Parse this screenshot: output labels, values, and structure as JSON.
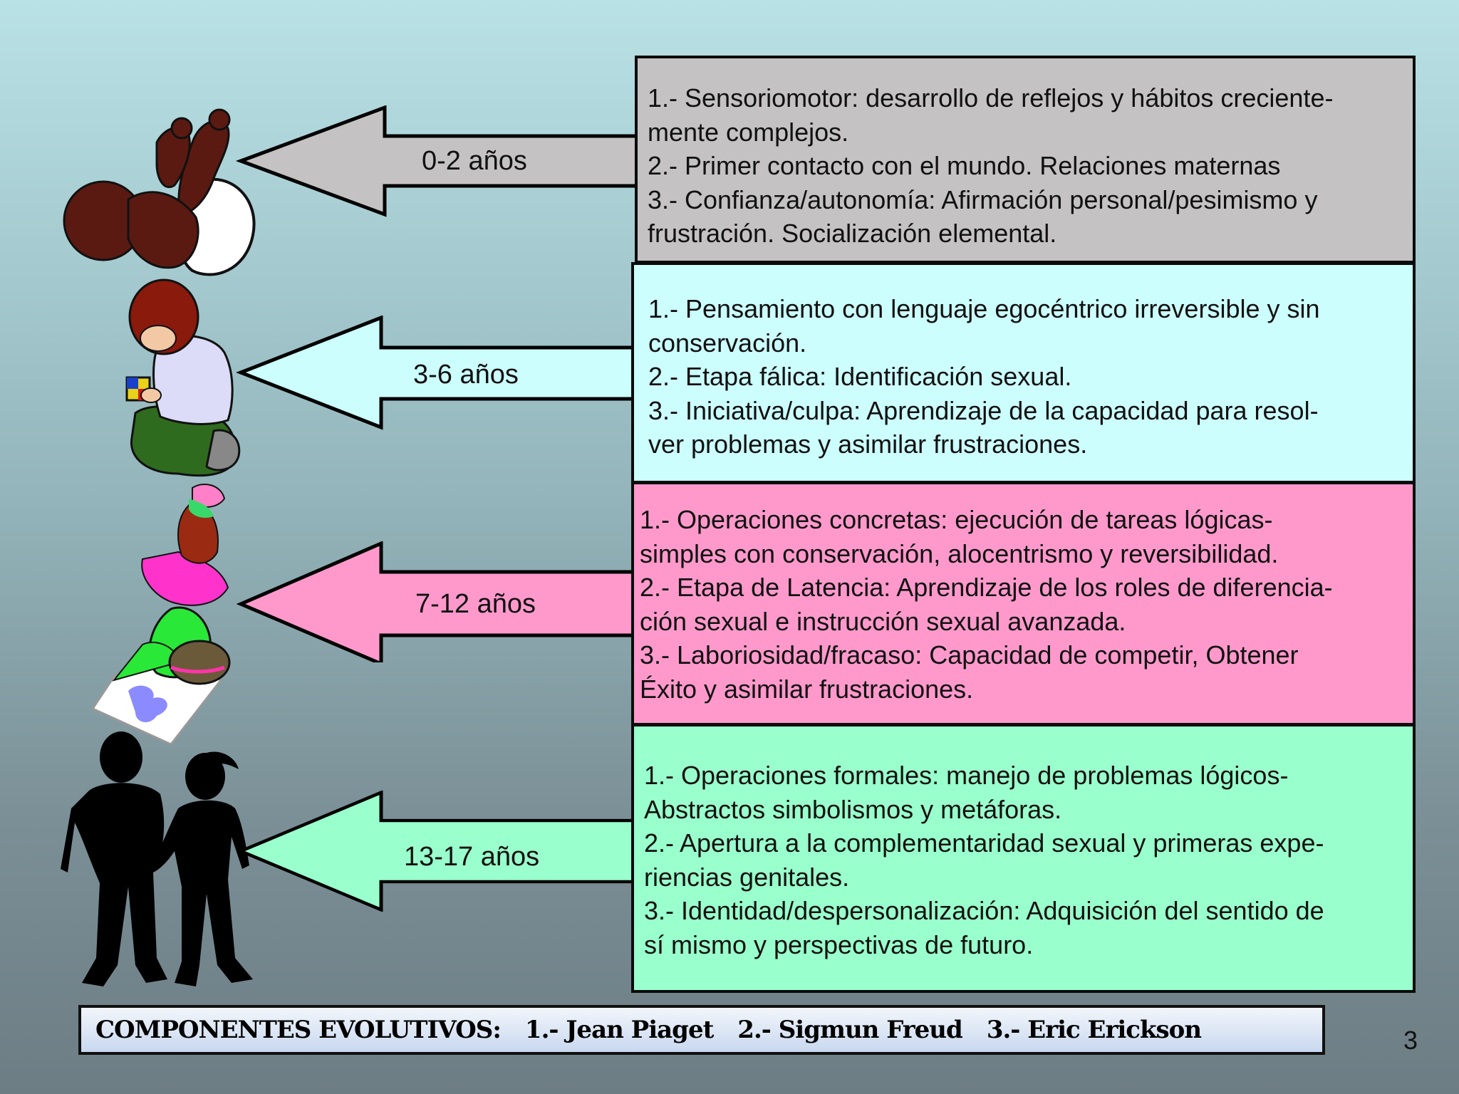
{
  "stages": [
    {
      "age": "0-2 años",
      "color": "#c4c2c3",
      "lines": [
        "1.- Sensoriomotor: desarrollo de reflejos y hábitos creciente-",
        "mente complejos.",
        "2.- Primer contacto con el mundo. Relaciones maternas",
        "3.- Confianza/autonomía: Afirmación personal/pesimismo y",
        "frustración. Socialización elemental."
      ]
    },
    {
      "age": "3-6 años",
      "color": "#ccfefe",
      "lines": [
        "1.- Pensamiento con lenguaje egocéntrico irreversible y sin",
        "conservación.",
        "2.- Etapa fálica:  Identificación sexual.",
        "3.- Iniciativa/culpa: Aprendizaje de la capacidad para resol-",
        "ver problemas y asimilar frustraciones."
      ]
    },
    {
      "age": "7-12 años",
      "color": "#ff99cc",
      "lines": [
        "1.- Operaciones concretas: ejecución de tareas lógicas-",
        "simples con conservación, alocentrismo y reversibilidad.",
        "2.- Etapa de Latencia: Aprendizaje de los roles de diferencia-",
        "ción sexual e instrucción sexual avanzada.",
        "3.- Laboriosidad/fracaso: Capacidad de competir, Obtener",
        "Éxito y asimilar frustraciones."
      ]
    },
    {
      "age": "13-17 años",
      "color": "#99ffcc",
      "lines": [
        "1.- Operaciones formales: manejo de problemas lógicos-",
        "Abstractos simbolismos y metáforas.",
        "2.- Apertura a la complementaridad sexual y primeras expe-",
        "riencias genitales.",
        "3.- Identidad/despersonalización: Adquisición del sentido de",
        "sí mismo y perspectivas de futuro."
      ]
    }
  ],
  "footer": {
    "heading": "COMPONENTES EVOLUTIVOS:",
    "author1": "1.- Jean Piaget",
    "author2": "2.- Sigmun Freud",
    "author3": "3.- Eric Erickson"
  },
  "page_number": "3",
  "icons": [
    "baby-icon",
    "child-with-block-icon",
    "girl-drawing-icon",
    "teen-couple-silhouette-icon"
  ]
}
